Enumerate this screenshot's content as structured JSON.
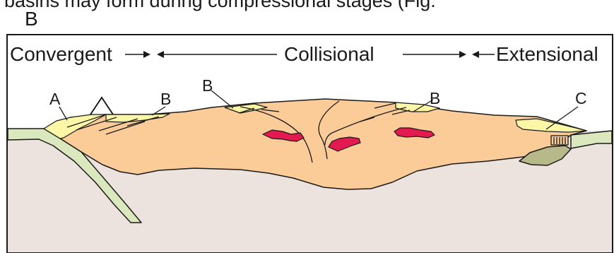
{
  "top_caption": "basins may form during compressional stages (Fig.",
  "panel_letter": "B",
  "stages": {
    "convergent": "Convergent",
    "collisional": "Collisional",
    "extensional": "Extensional"
  },
  "basin_labels": {
    "a": "A",
    "b1": "B",
    "b2": "B",
    "b3": "B",
    "c": "C"
  },
  "colors": {
    "mantle": "#ede3de",
    "crust": "#fbcb98",
    "sediment": "#fbf7a6",
    "slab": "#dbe8be",
    "foreland_fill": "#b8b98a",
    "melt": "#e21a4f",
    "line": "#1a1a1a"
  }
}
